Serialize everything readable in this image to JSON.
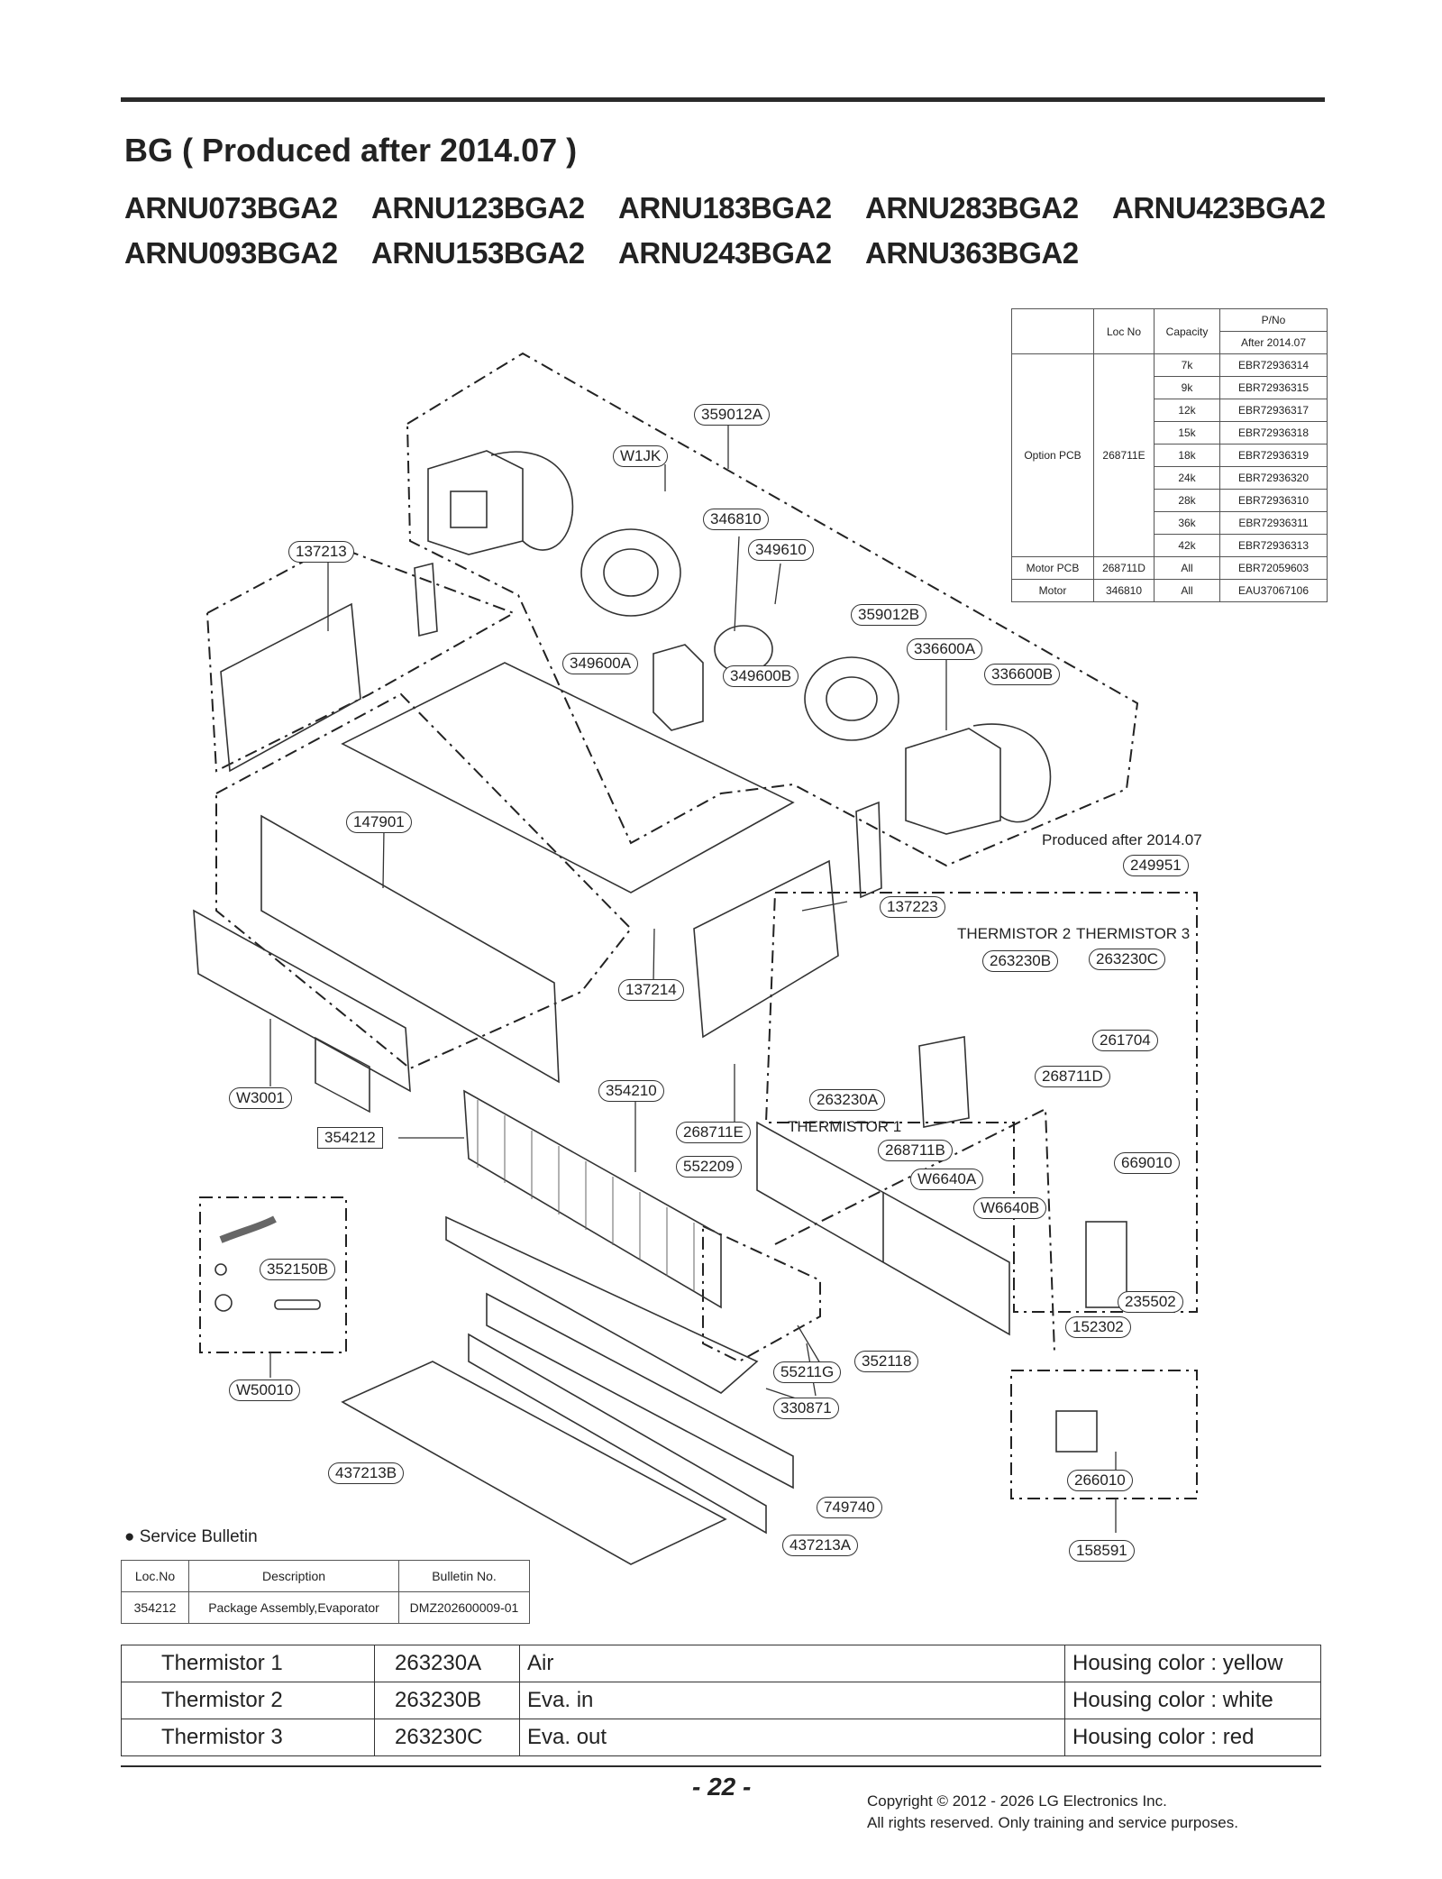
{
  "header": {
    "title": "BG ( Produced after 2014.07 )",
    "models": [
      "ARNU073BGA2",
      "ARNU123BGA2",
      "ARNU183BGA2",
      "ARNU283BGA2",
      "ARNU423BGA2",
      "ARNU093BGA2",
      "ARNU153BGA2",
      "ARNU243BGA2",
      "ARNU363BGA2"
    ]
  },
  "pno_table": {
    "h_locno": "Loc No",
    "h_capacity": "Capacity",
    "h_pno": "P/No",
    "h_after": "After 2014.07",
    "option_pcb": {
      "name": "Option PCB",
      "loc": "268711E",
      "rows": [
        {
          "cap": "7k",
          "pno": "EBR72936314"
        },
        {
          "cap": "9k",
          "pno": "EBR72936315"
        },
        {
          "cap": "12k",
          "pno": "EBR72936317"
        },
        {
          "cap": "15k",
          "pno": "EBR72936318"
        },
        {
          "cap": "18k",
          "pno": "EBR72936319"
        },
        {
          "cap": "24k",
          "pno": "EBR72936320"
        },
        {
          "cap": "28k",
          "pno": "EBR72936310"
        },
        {
          "cap": "36k",
          "pno": "EBR72936311"
        },
        {
          "cap": "42k",
          "pno": "EBR72936313"
        }
      ]
    },
    "motor_pcb": {
      "name": "Motor PCB",
      "loc": "268711D",
      "cap": "All",
      "pno": "EBR72059603"
    },
    "motor": {
      "name": "Motor",
      "loc": "346810",
      "cap": "All",
      "pno": "EAU37067106"
    }
  },
  "diagram": {
    "labels": {
      "l359012A": "359012A",
      "lW1JK": "W1JK",
      "l346810": "346810",
      "l349610": "349610",
      "l137213": "137213",
      "l359012B": "359012B",
      "l336600A": "336600A",
      "l349600A": "349600A",
      "l349600B": "349600B",
      "l336600B": "336600B",
      "l147901": "147901",
      "l249951": "249951",
      "l137223": "137223",
      "l263230B": "263230B",
      "l263230C": "263230C",
      "l137214": "137214",
      "l261704": "261704",
      "l268711D": "268711D",
      "lW3001": "W3001",
      "l354210": "354210",
      "l263230A": "263230A",
      "l354212": "354212",
      "l268711E": "268711E",
      "l268711B": "268711B",
      "l669010": "669010",
      "l552209": "552209",
      "lW6640A": "W6640A",
      "lW6640B": "W6640B",
      "l352150B": "352150B",
      "l235502": "235502",
      "l152302": "152302",
      "l352118": "352118",
      "l55211G": "55211G",
      "lW50010": "W50010",
      "l330871": "330871",
      "l437213B": "437213B",
      "l266010": "266010",
      "l749740": "749740",
      "l437213A": "437213A",
      "l158591": "158591"
    },
    "produced_after": "Produced after 2014.07",
    "thermistor2": "THERMISTOR 2",
    "thermistor3": "THERMISTOR 3",
    "thermistor1": "THERMISTOR 1"
  },
  "service_bulletin": {
    "title": "● Service Bulletin",
    "headers": [
      "Loc.No",
      "Description",
      "Bulletin No."
    ],
    "row": [
      "354212",
      "Package Assembly,Evaporator",
      "DMZ202600009-01"
    ]
  },
  "thermistors": [
    [
      "Thermistor 1",
      "263230A",
      "Air",
      "Housing color : yellow"
    ],
    [
      "Thermistor 2",
      "263230B",
      "Eva. in",
      "Housing color : white"
    ],
    [
      "Thermistor 3",
      "263230C",
      "Eva. out",
      "Housing color : red"
    ]
  ],
  "footer": {
    "page": "- 22 -",
    "copyright": "Copyright © 2012 - 2026 LG Electronics Inc.",
    "rights": "All rights reserved. Only training and service purposes."
  }
}
